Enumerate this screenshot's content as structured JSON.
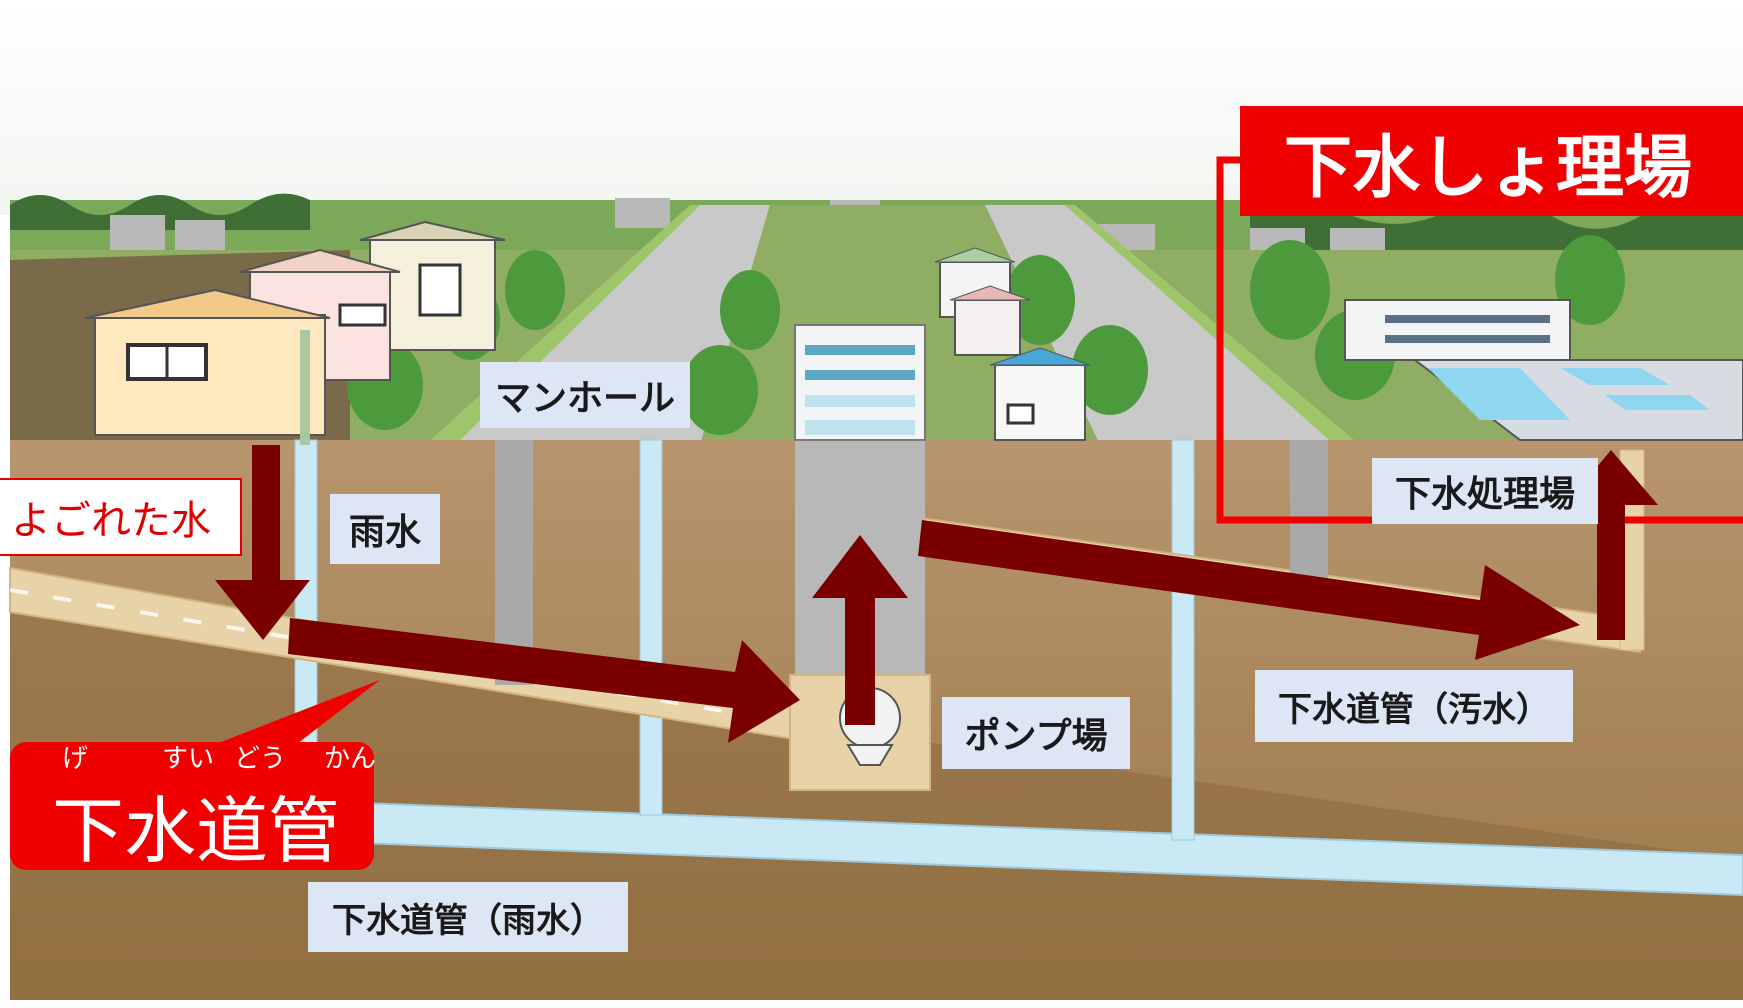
{
  "labels": {
    "manhole": "マンホール",
    "rainwater": "雨水",
    "pump_station": "ポンプ場",
    "treatment_plant": "下水処理場",
    "sewage_pipe": "下水道管（汚水）",
    "rain_pipe": "下水道管（雨水）"
  },
  "callouts": {
    "dirty_water": "よごれた水",
    "plant_title": "下水しょ理場",
    "pipe_title": "下水道管",
    "pipe_ruby": [
      "げ",
      "すい",
      "どう",
      "かん"
    ]
  },
  "colors": {
    "arrow": "#7a0000",
    "callout_red": "#f00000",
    "label_bg": "#dde6f4",
    "sky": "#ffffff",
    "ground_top": "#b8956e",
    "ground_bottom": "#9c7a4c",
    "grass": "#6fa546",
    "tree": "#4c9a3c",
    "sewage_pipe": "#e8d3a8",
    "rain_pipe": "#c9e9f5"
  }
}
